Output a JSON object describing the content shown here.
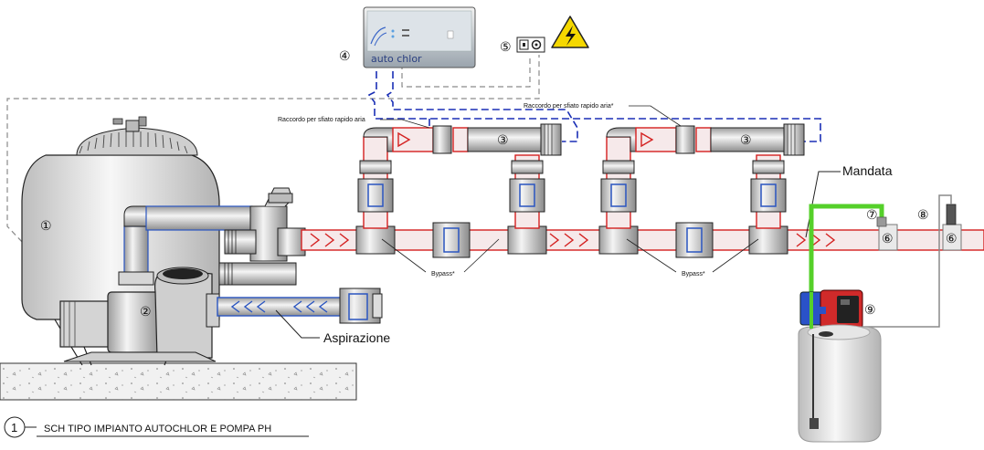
{
  "device": {
    "brand": "auto chlor"
  },
  "markers": {
    "filter": "①",
    "pump": "②",
    "cell_a": "③",
    "cell_b": "③",
    "controller": "④",
    "switch": "⑤",
    "probe_a": "⑥",
    "probe_b": "⑥",
    "injection": "⑦",
    "probe_line": "⑧",
    "ph_pump": "⑨"
  },
  "labels": {
    "vent_left": "Raccordo per sfiato rapido aria",
    "vent_right": "Raccordo per sfiato rapido aria*",
    "bypass_left": "Bypass*",
    "bypass_right": "Bypass*",
    "mandata": "Mandata",
    "aspirazione": "Aspirazione"
  },
  "title_block": {
    "number": "1",
    "text": "SCH TIPO IMPIANTO AUTOCHLOR E POMPA PH"
  },
  "colors": {
    "pipe_red": "#d42020",
    "pipe_fill": "#f6e9ea",
    "cable_blue": "#1a2fb5",
    "cable_gray": "#8a8a8a",
    "tube_green": "#55d02a",
    "pipe_blue": "#2a55c0"
  }
}
